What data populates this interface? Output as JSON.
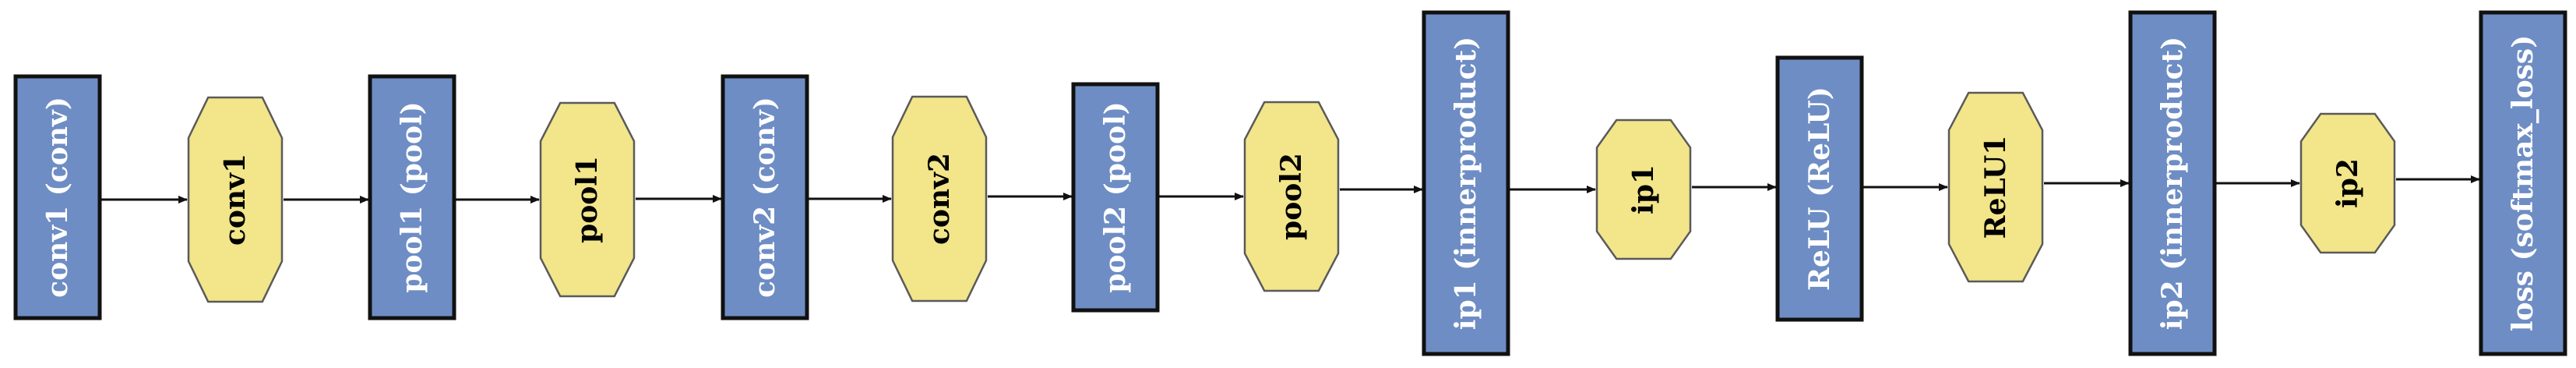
{
  "diagram": {
    "layers": [
      {
        "id": "conv1",
        "label": "conv1 (conv)"
      },
      {
        "id": "pool1",
        "label": "pool1 (pool)"
      },
      {
        "id": "conv2",
        "label": "conv2 (conv)"
      },
      {
        "id": "pool2",
        "label": "pool2 (pool)"
      },
      {
        "id": "ip1",
        "label": "ip1 (innerproduct)"
      },
      {
        "id": "relu",
        "label": "ReLU (ReLU)"
      },
      {
        "id": "ip2",
        "label": "ip2 (innerproduct)"
      },
      {
        "id": "loss",
        "label": "loss (softmax_loss)"
      }
    ],
    "blobs": [
      {
        "id": "conv1",
        "label": "conv1"
      },
      {
        "id": "pool1",
        "label": "pool1"
      },
      {
        "id": "conv2",
        "label": "conv2"
      },
      {
        "id": "pool2",
        "label": "pool2"
      },
      {
        "id": "ip1",
        "label": "ip1"
      },
      {
        "id": "relu1",
        "label": "ReLU1"
      },
      {
        "id": "ip2",
        "label": "ip2"
      }
    ],
    "colors": {
      "layer_fill": "#6e8dc4",
      "blob_fill": "#f2e58a",
      "edge": "#111111"
    }
  }
}
